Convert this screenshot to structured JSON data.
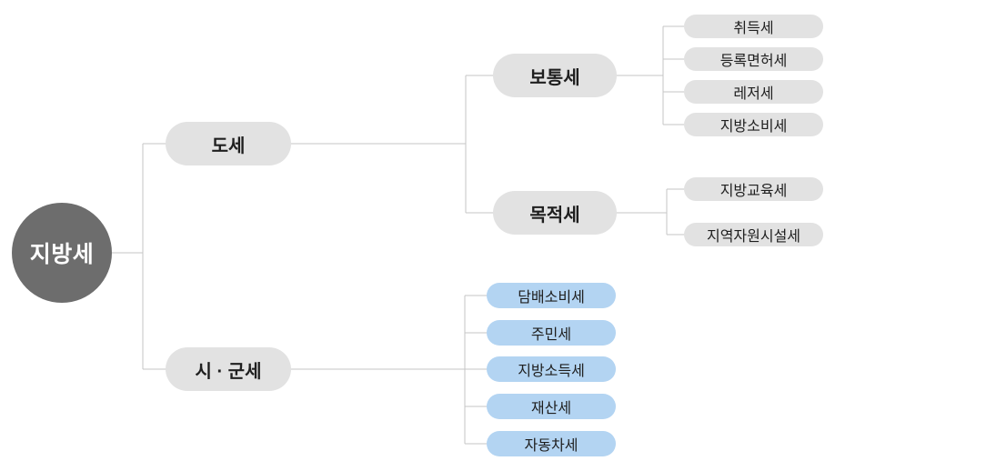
{
  "diagram": {
    "title_hint": "local-tax-structure-tree",
    "root": {
      "label": "지방세"
    },
    "branches": [
      {
        "label": "도세",
        "children": [
          {
            "label": "보통세",
            "leaves": [
              "취득세",
              "등록면허세",
              "레저세",
              "지방소비세"
            ]
          },
          {
            "label": "목적세",
            "leaves": [
              "지방교육세",
              "지역자원시설세"
            ]
          }
        ]
      },
      {
        "label": "시 · 군세",
        "leaves": [
          "담배소비세",
          "주민세",
          "지방소득세",
          "재산세",
          "자동차세"
        ]
      }
    ],
    "colors": {
      "root_bg": "#6d6d6d",
      "root_text": "#ffffff",
      "category_bg": "#e2e2e2",
      "leaf_gray_bg": "#e2e2e2",
      "leaf_blue_bg": "#b3d4f2",
      "text": "#1f1f1f",
      "line": "#c5c5c5",
      "canvas_bg": "#ffffff"
    }
  }
}
